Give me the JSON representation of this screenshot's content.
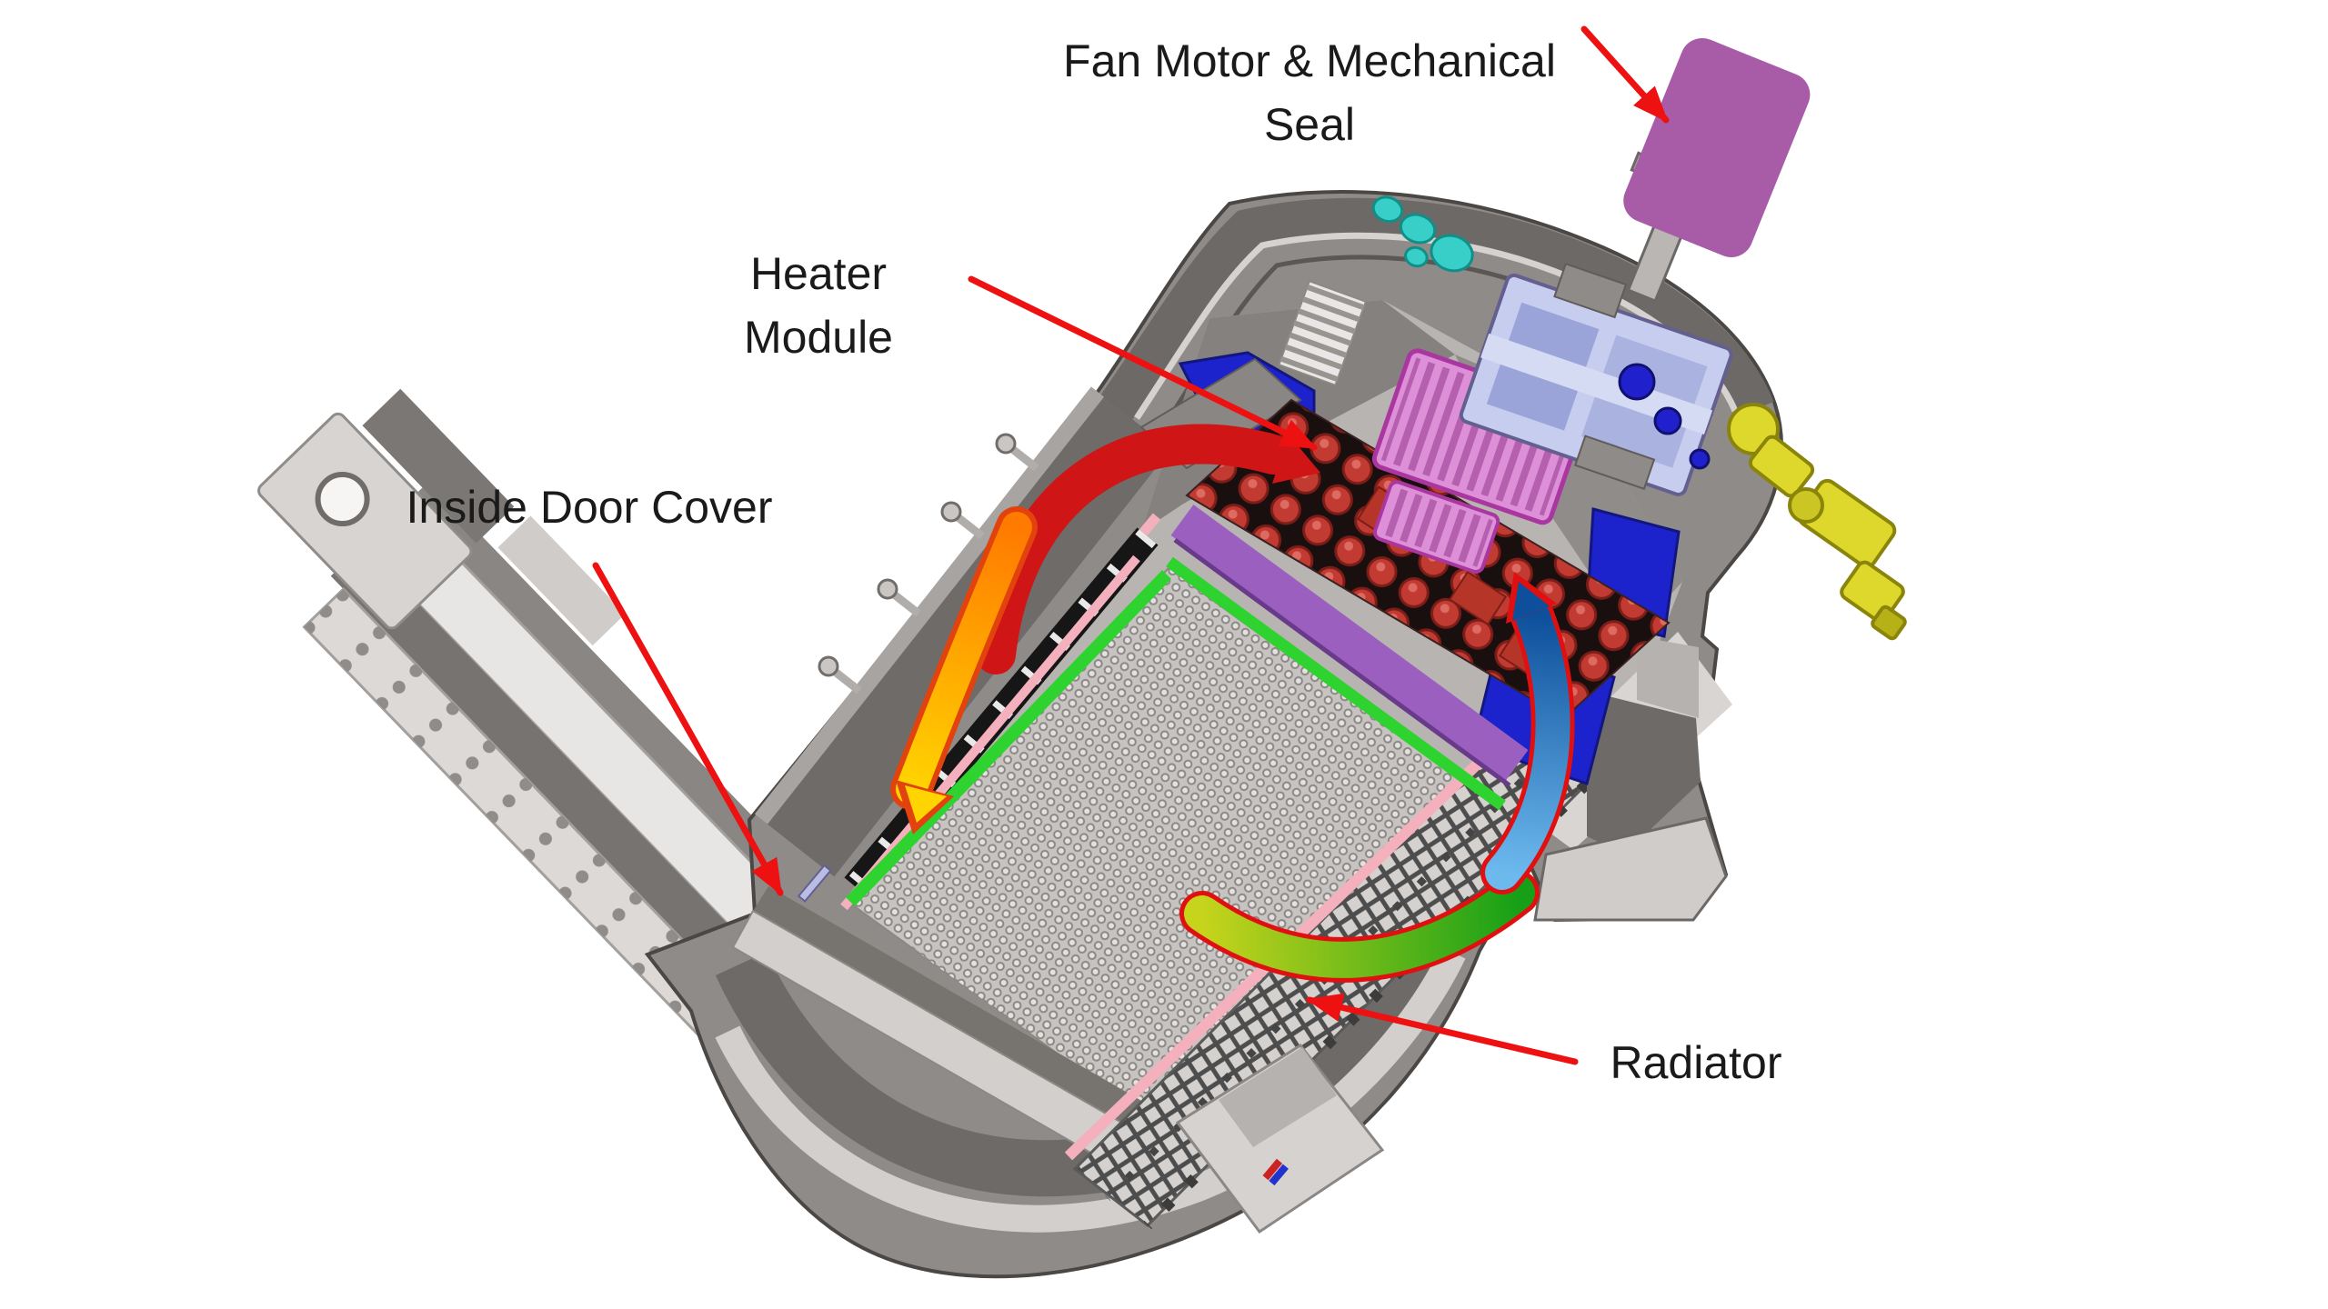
{
  "diagram": {
    "description": "CAD cutaway rendering of an industrial oven chamber with annotated components and airflow arrows",
    "annotations": {
      "fan_motor": {
        "line1": "Fan Motor & Mechanical",
        "line2": "Seal"
      },
      "heater": {
        "line1": "Heater",
        "line2": "Module"
      },
      "door": {
        "line1": "Inside Door Cover"
      },
      "radiator": {
        "line1": "Radiator"
      }
    },
    "colors": {
      "background": "#ffffff",
      "label_text": "#1a1a1a",
      "arrow_red": "#ee1111",
      "motor_magenta": "#a85ca8",
      "fan_grille_pink": "#dd8fd8",
      "housing_lavender": "#c6cdef",
      "knob_teal": "#38cfc8",
      "fitting_blue": "#2020cc",
      "baffle_blue": "#1c22cc",
      "valve_yellow": "#ddd82b",
      "heater_element_red": "#c23b33",
      "rail_purple": "#9b5fc0",
      "rail_green": "#2fd32f",
      "rail_pink": "#f4b0bc",
      "flow_hot_red": "#cf1515",
      "flow_orange": "#ff7a00",
      "flow_yellow": "#ffd400",
      "flow_green": "#17a017",
      "flow_blue": "#0d4f9b",
      "shell_gray": "#8f8b88",
      "shell_dark": "#6e6a67",
      "shell_light": "#d2cfcc",
      "mesh_gray": "#c6c3c0"
    }
  }
}
